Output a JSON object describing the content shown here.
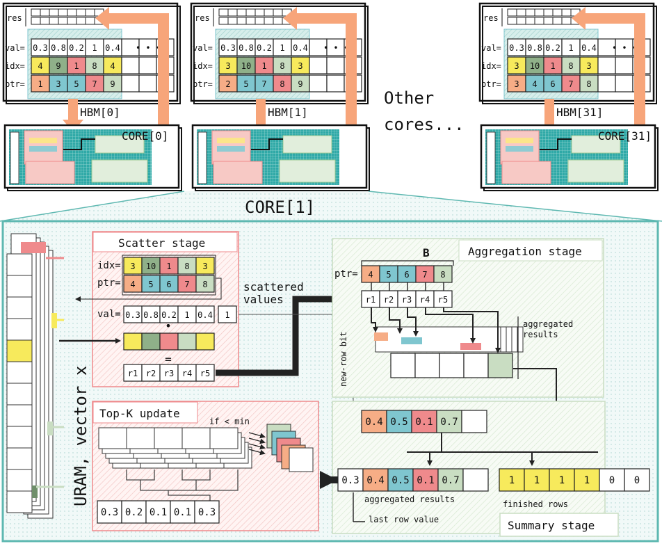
{
  "colors": {
    "orange": "#f6ad86",
    "green_cell": "#c9ddc2",
    "dark_green": "#8fb089",
    "cyan": "#7fc6cf",
    "pink": "#ef8a8c",
    "yellow": "#f7ea5c",
    "arrow_orange": "#f7a57a",
    "teal_bg": "#2fa9a7",
    "frame_teal": "#5eb8b1"
  },
  "hbm_tiles": [
    {
      "hbm_label": "HBM[0]",
      "core_label": "CORE[0]",
      "val": [
        "0.3",
        "0.8",
        "0.2",
        "1",
        "0.4"
      ],
      "idx": [
        "4",
        "9",
        "1",
        "8",
        "4"
      ],
      "ptr": [
        "1",
        "3",
        "5",
        "7",
        "9"
      ]
    },
    {
      "hbm_label": "HBM[1]",
      "core_label": "",
      "val": [
        "0.3",
        "0.8",
        "0.2",
        "1",
        "0.4"
      ],
      "idx": [
        "3",
        "10",
        "1",
        "8",
        "3"
      ],
      "ptr": [
        "2",
        "5",
        "7",
        "8",
        "9"
      ]
    },
    {
      "hbm_label": "HBM[31]",
      "core_label": "CORE[31]",
      "val": [
        "0.3",
        "0.8",
        "0.2",
        "1",
        "0.4"
      ],
      "idx": [
        "3",
        "10",
        "1",
        "8",
        "3"
      ],
      "ptr": [
        "3",
        "4",
        "6",
        "7",
        "8"
      ]
    }
  ],
  "row_labels": {
    "res": "res",
    "val": "val=",
    "idx": "idx=",
    "ptr": "ptr=",
    "dots": "• • •"
  },
  "other_cores": [
    "Other",
    "cores..."
  ],
  "core_zoom_title": "CORE[1]",
  "uram_label": "URAM, vector x",
  "scatter": {
    "title": "Scatter stage",
    "idx_label": "idx=",
    "ptr_label": "ptr=",
    "val_label": "val=",
    "idx": [
      "3",
      "10",
      "1",
      "8",
      "3"
    ],
    "ptr": [
      "4",
      "5",
      "6",
      "7",
      "8"
    ],
    "val": [
      "0.3",
      "0.8",
      "0.2",
      "1",
      "0.4"
    ],
    "val_extra": "1",
    "dot": "•",
    "equals": "=",
    "results": [
      "r1",
      "r2",
      "r3",
      "r4",
      "r5"
    ],
    "scattered_label": [
      "scattered",
      "values"
    ]
  },
  "aggregation": {
    "title": "Aggregation stage",
    "b_label": "B",
    "ptr_label": "ptr=",
    "ptr": [
      "4",
      "5",
      "6",
      "7",
      "8"
    ],
    "results": [
      "r1",
      "r2",
      "r3",
      "r4",
      "r5"
    ],
    "new_row_bit": "new-row bit",
    "aggregated_label": [
      "aggregated",
      "results"
    ]
  },
  "topk": {
    "title": "Top-K update",
    "condition": "if < min",
    "output": [
      "0.3",
      "0.2",
      "0.1",
      "0.1",
      "0.3"
    ]
  },
  "summary": {
    "title": "Summary stage",
    "top_values": [
      "0.4",
      "0.5",
      "0.1",
      "0.7"
    ],
    "row_values": [
      "0.3",
      "0.4",
      "0.5",
      "0.1",
      "0.7"
    ],
    "finished_bits": [
      "1",
      "1",
      "1",
      "1",
      "0",
      "0"
    ],
    "aggregated_label": "aggregated results",
    "finished_label": "finished rows",
    "last_row_label": "last row value"
  }
}
